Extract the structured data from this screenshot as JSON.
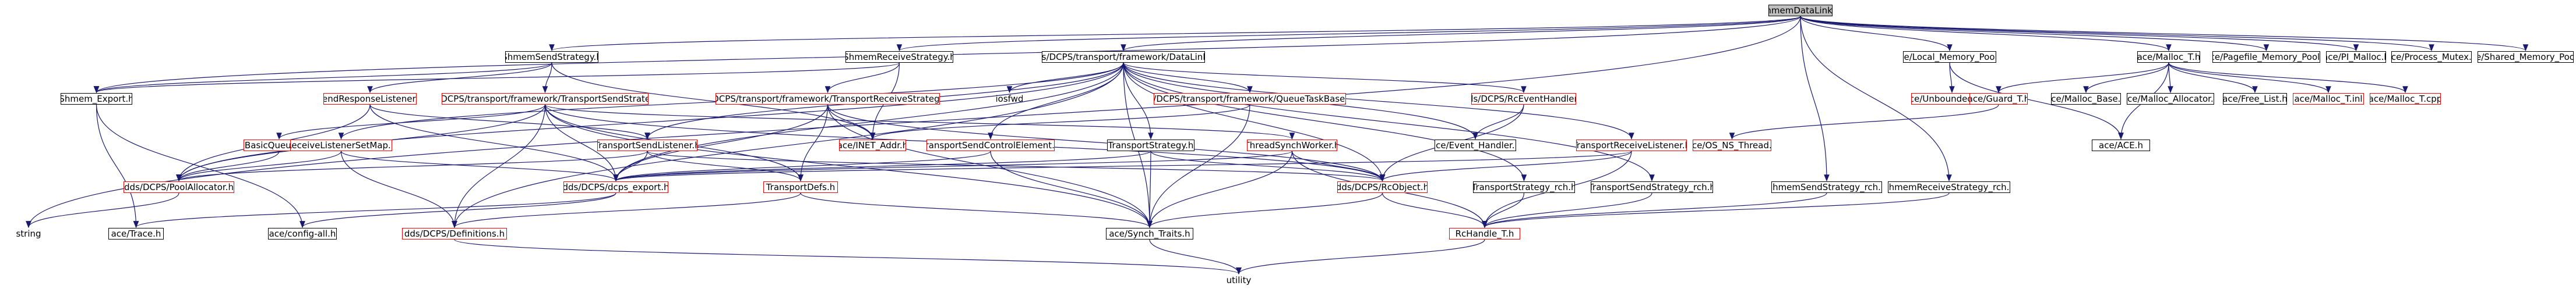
{
  "colors": {
    "edge": "#191970",
    "node_border": "#000000",
    "incomplete_border": "#ff0000",
    "root_fill": "#bfbfbf"
  },
  "nodes": {
    "shmem_data_link_h": "ShmemDataLink.h",
    "shmem_send_strategy_h": "ShmemSendStrategy.h",
    "shmem_receive_strategy_h": "ShmemReceiveStrategy.h",
    "data_link_h": "dds/DCPS/transport/framework/DataLink.h",
    "local_memory_pool_h": "ace/Local_Memory_Pool.h",
    "malloc_t_h": "ace/Malloc_T.h",
    "pagefile_memory_pool_h": "ace/Pagefile_Memory_Pool.h",
    "pi_malloc_h": "ace/PI_Malloc.h",
    "process_mutex_h": "ace/Process_Mutex.h",
    "shared_memory_pool_h": "ace/Shared_Memory_Pool.h",
    "shmem_export_h": "Shmem_Export.h",
    "send_response_listener_h": "SendResponseListener.h",
    "transport_send_strategy_h": "dds/DCPS/transport/framework/TransportSendStrategy.h",
    "transport_receive_strategy_t_h": "dds/DCPS/transport/framework/TransportReceiveStrategy_T.h",
    "iosfwd": "iosfwd",
    "queue_task_base_t_h": "dds/DCPS/transport/framework/QueueTaskBase_T.h",
    "rc_event_handler_h": "dds/DCPS/RcEventHandler.h",
    "unbounded_set_h": "ace/Unbounded_Set.h",
    "guard_t_h": "ace/Guard_T.h",
    "malloc_base_h": "ace/Malloc_Base.h",
    "malloc_allocator_h": "ace/Malloc_Allocator.h",
    "free_list_h": "ace/Free_List.h",
    "malloc_t_inl": "ace/Malloc_T.inl",
    "malloc_t_cpp": "ace/Malloc_T.cpp",
    "basic_queue_t_h": "BasicQueue_T.h",
    "receive_listener_set_map_h": "ReceiveListenerSetMap.h",
    "transport_send_listener_h": "TransportSendListener.h",
    "inet_addr_h": "ace/INET_Addr.h",
    "transport_send_control_element_h": "TransportSendControlElement.h",
    "transport_strategy_h": "TransportStrategy.h",
    "thread_synch_worker_h": "ThreadSynchWorker.h",
    "event_handler_h": "ace/Event_Handler.h",
    "transport_receive_listener_h": "TransportReceiveListener.h",
    "os_ns_thread_h": "ace/OS_NS_Thread.h",
    "ace_h": "ace/ACE.h",
    "pool_allocator_h": "dds/DCPS/PoolAllocator.h",
    "dcps_export_h": "dds/DCPS/dcps_export.h",
    "transport_defs_h": "TransportDefs.h",
    "rc_object_h": "dds/DCPS/RcObject.h",
    "transport_strategy_rch_h": "TransportStrategy_rch.h",
    "transport_send_strategy_rch_h": "TransportSendStrategy_rch.h",
    "shmem_send_strategy_rch_h": "ShmemSendStrategy_rch.h",
    "shmem_receive_strategy_rch_h": "ShmemReceiveStrategy_rch.h",
    "string": "string",
    "trace_h": "ace/Trace.h",
    "config_all_h": "ace/config-all.h",
    "definitions_h": "dds/DCPS/Definitions.h",
    "synch_traits_h": "ace/Synch_Traits.h",
    "rc_handle_t_h": "RcHandle_T.h",
    "utility": "utility"
  }
}
